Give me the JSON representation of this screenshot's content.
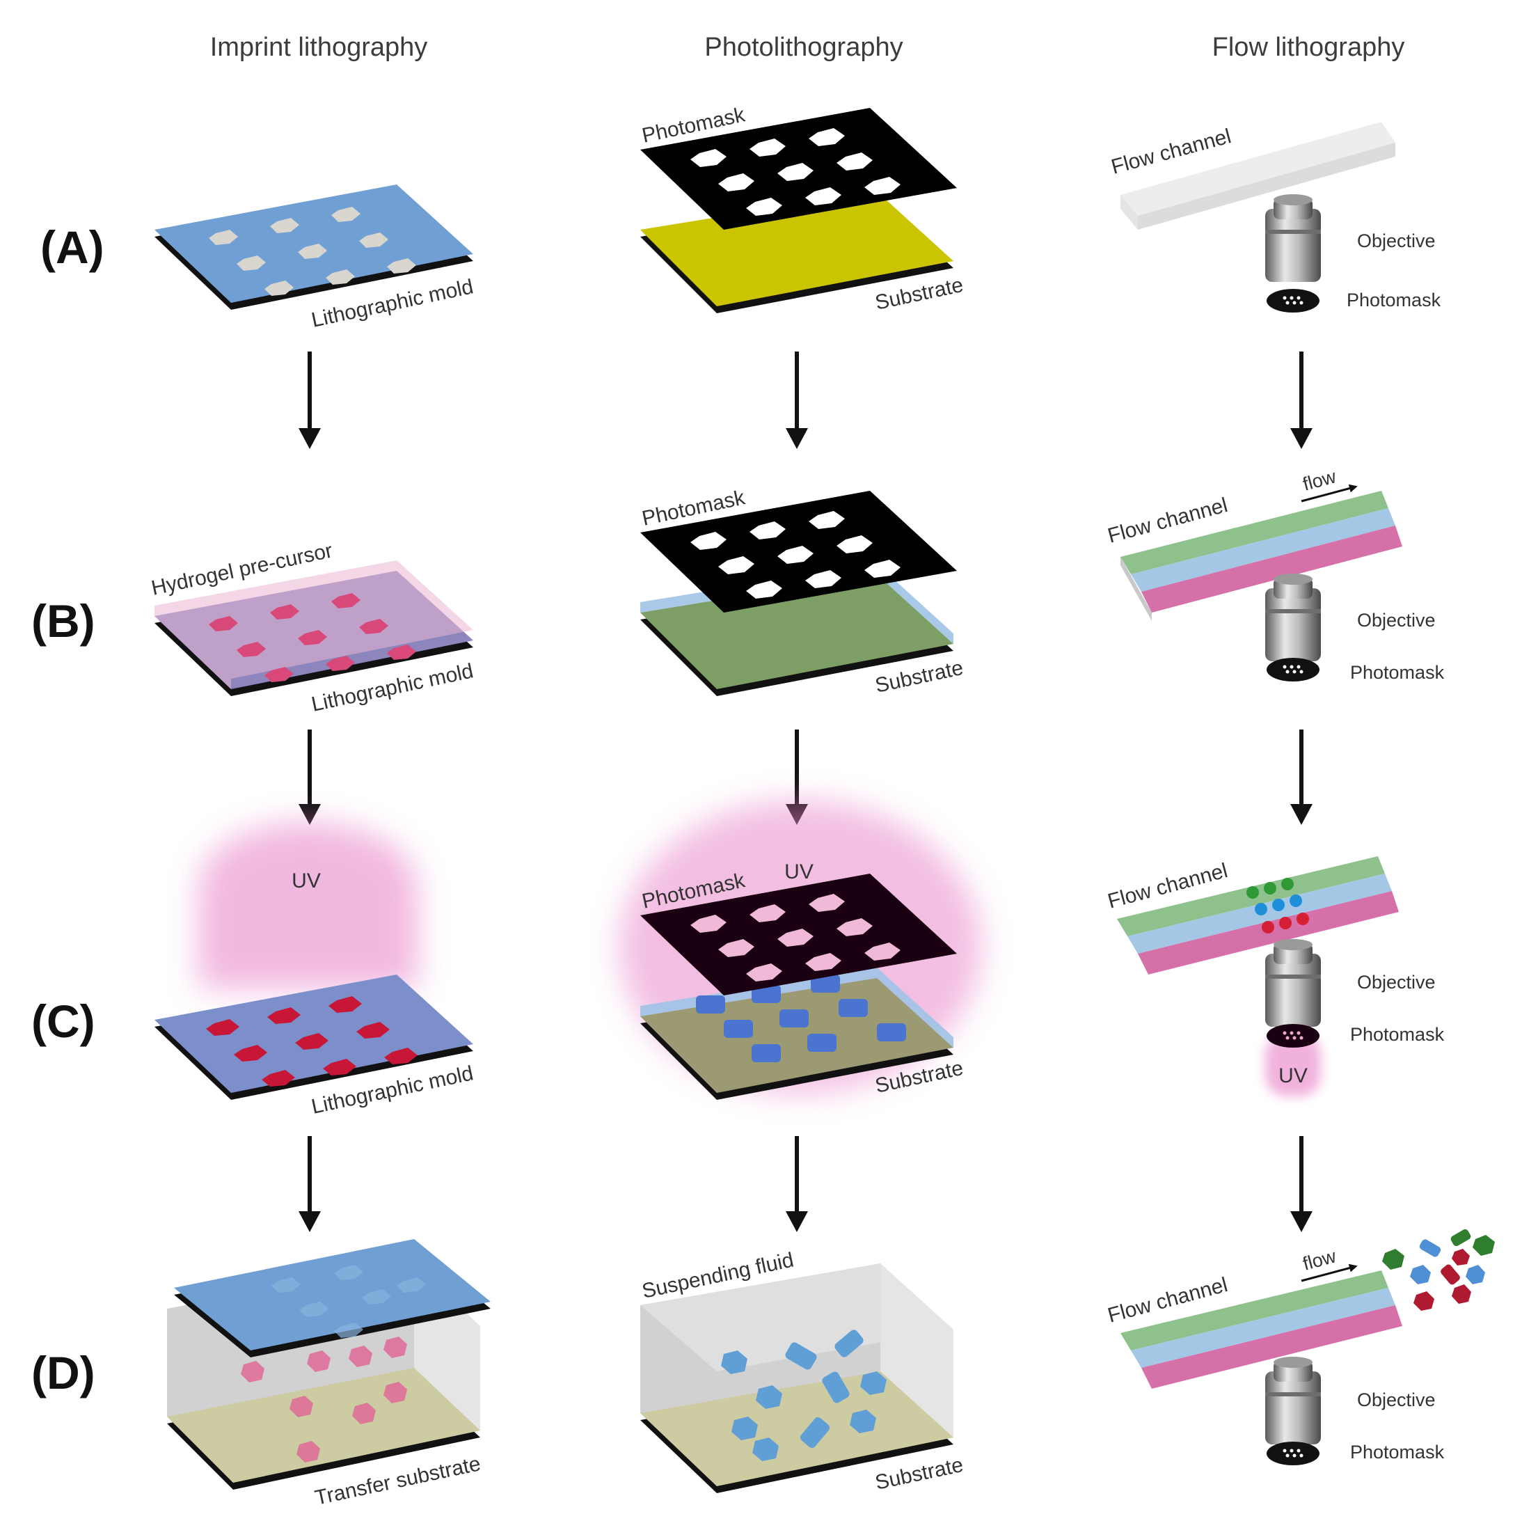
{
  "columns": {
    "imprint": "Imprint lithography",
    "photo": "Photolithography",
    "flow": "Flow lithography"
  },
  "rows": [
    "(A)",
    "(B)",
    "(C)",
    "(D)"
  ],
  "labels": {
    "lithographic_mold": "Lithographic mold",
    "hydrogel_precursor": "Hydrogel pre-cursor",
    "uv": "UV",
    "transfer_substrate": "Transfer substrate",
    "photomask": "Photomask",
    "substrate": "Substrate",
    "suspending_fluid": "Suspending fluid",
    "flow_channel": "Flow channel",
    "objective": "Objective",
    "flow": "flow"
  },
  "colors": {
    "mold_blue": "#6f9fd3",
    "substrate_yellow": "#cbc400",
    "substrate_green": "#7d9e64",
    "transfer_yellow": "#c9c66c",
    "uv_pink": "#e77fc6",
    "hexagon_red": "#c81637",
    "hexagon_pink": "#e06a98",
    "particle_blue": "#5f9fd6",
    "stream_green": "#8ec18b",
    "stream_blue": "#a5c7e6",
    "stream_pink": "#d571a8"
  }
}
